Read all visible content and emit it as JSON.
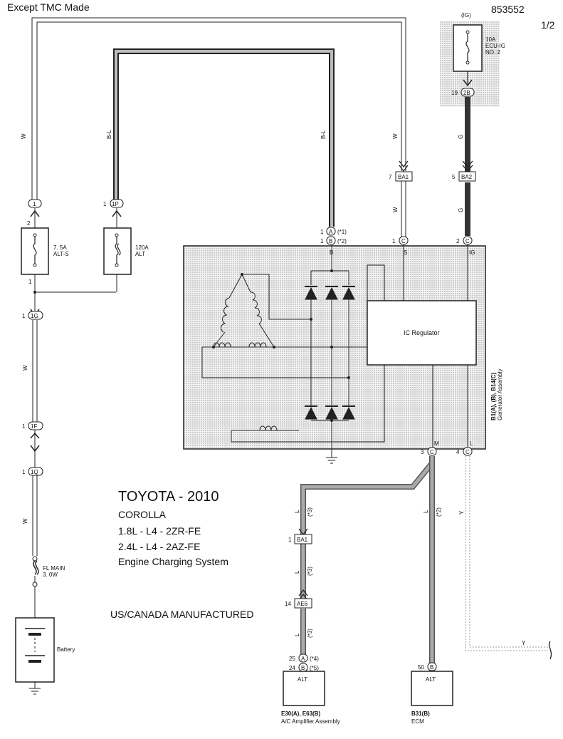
{
  "header": {
    "except_label": "Except TMC Made",
    "doc_number": "853552",
    "page": "1/2"
  },
  "title_block": {
    "make_year": "TOYOTA - 2010",
    "model": "COROLLA",
    "engine1": "1.8L -  L4 - 2ZR-FE",
    "engine2": "2.4L -  L4 - 2AZ-FE",
    "system": "Engine Charging System",
    "manufactured": "US/CANADA MANUFACTURED"
  },
  "fuses": {
    "ig_label": "(IG)",
    "ecu_ig": [
      "10A",
      "ECU-IG",
      "NO. 2"
    ],
    "alt_s": [
      "7. 5A",
      "ALT-S"
    ],
    "alt": [
      "120A",
      "ALT"
    ],
    "fl_main": [
      "FL MAIN",
      "3. 0W"
    ]
  },
  "connectors": {
    "c1": "1",
    "c1_pin_top": "2",
    "c1_pin_bottom": "1",
    "c1p": "1P",
    "c1p_pin": "1",
    "c2b": "2B",
    "c2b_pin": "19",
    "ba1_top": "BA1",
    "ba1_top_pin": "7",
    "ba2": "BA2",
    "ba2_pin": "5",
    "c1g": "1G",
    "c1g_pin": "1",
    "c1f": "1F",
    "c1f_pin": "1",
    "c1q": "1Q",
    "c1q_pin": "1",
    "ba1_bottom": "BA1",
    "ba1_bottom_pin": "1",
    "ae6": "AE6",
    "ae6_pin": "14"
  },
  "wires": {
    "w": "W",
    "b_l": "B-L",
    "g": "G",
    "l": "L",
    "y": "Y",
    "note1": "(*3)",
    "note2": "(*2)"
  },
  "generator": {
    "pin_a": "A",
    "pin_a_num": "1",
    "pin_a_note": "(*1)",
    "pin_b": "B",
    "pin_b_num": "1",
    "pin_b_note": "(*2)",
    "pin_s": "C",
    "pin_s_num": "1",
    "pin_ig": "C",
    "pin_ig_num": "2",
    "term_b": "B",
    "term_s": "S",
    "term_ig": "IG",
    "term_m": "M",
    "term_l": "L",
    "pin_m": "C",
    "pin_m_num": "3",
    "pin_l": "C",
    "pin_l_num": "4",
    "regulator": "IC Regulator",
    "ref": "B1(A), (B), B14(C)",
    "name": "Generator Assembly"
  },
  "components": {
    "battery": "Battery",
    "alt_label": "ALT",
    "amp_ref": "E30(A), E63(B)",
    "amp_name": "A/C Amplifier Assembly",
    "amp_pin_a": "A",
    "amp_pin_a_num": "25",
    "amp_pin_a_note": "(*4)",
    "amp_pin_b": "B",
    "amp_pin_b_num": "24",
    "amp_pin_b_note": "(*5)",
    "ecm_ref": "B31(B)",
    "ecm_name": "ECM",
    "ecm_pin": "B",
    "ecm_pin_num": "50"
  }
}
